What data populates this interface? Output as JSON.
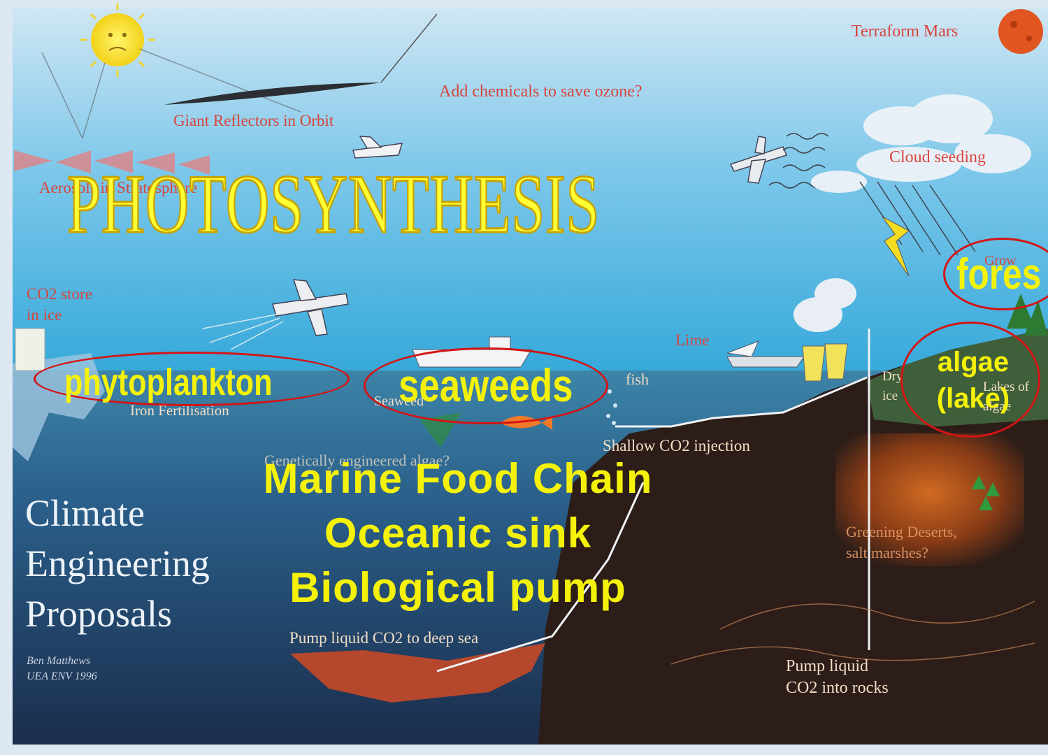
{
  "colors": {
    "sky_top": "#c9e3f2",
    "sky_bottom": "#33a8d8",
    "ocean_surface": "#2f6f93",
    "ocean_deep": "#1c3050",
    "land": "#2c1d18",
    "underground_glow": "#c0601c",
    "highlight_yellow": "#f4f20a",
    "outline_red": "#d41414",
    "diagram_red_text": "#d8443c"
  },
  "headline": "PHOTOSYNTHESIS",
  "credit": {
    "line1": "Ben Matthews",
    "line2": "UEA ENV 1996"
  },
  "diagram_title": {
    "line1": "Climate",
    "line2": "Engineering",
    "line3": "Proposals"
  },
  "labels": {
    "terraform_mars": "Terraform Mars",
    "add_chemicals": "Add chemicals to save ozone?",
    "giant_reflectors": "Giant Reflectors in Orbit",
    "aerosols": "Aerosols in Stratosphere",
    "cloud_seeding": "Cloud seeding",
    "grow": "Grow",
    "co2_store_line1": "CO2 store",
    "co2_store_line2": "in ice",
    "lime": "Lime",
    "fish": "fish",
    "seaweed": "Seaweed",
    "iron_fertilisation": "Iron Fertilisation",
    "dry_ice_line1": "Dry",
    "dry_ice_line2": "ice",
    "lakes_of_algae_line1": "Lakes of",
    "lakes_of_algae_line2": "algae",
    "shallow_injection": "Shallow CO2 injection",
    "genetically_engineered": "Genetically engineered algae?",
    "greening_deserts_line1": "Greening Deserts,",
    "greening_deserts_line2": "salt marshes?",
    "pump_deep_sea": "Pump liquid CO2 to deep sea",
    "pump_rocks_line1": "Pump liquid",
    "pump_rocks_line2": "CO2 into rocks"
  },
  "highlights": {
    "forest": "fores",
    "algae_line1": "algae",
    "algae_line2": "(lake)",
    "phytoplankton": "phytoplankton",
    "seaweeds": "seaweeds"
  },
  "ocean_text": {
    "line1": "Marine Food Chain",
    "line2": "Oceanic sink",
    "line3": "Biological pump"
  },
  "icons": [
    "sun-icon",
    "mars-icon",
    "reflector-icon",
    "plane-icon",
    "cloud-icon",
    "lightning-icon",
    "ship-icon",
    "fish-icon",
    "power-plant-icon",
    "pipe-icon",
    "tree-icon",
    "plant-icon"
  ]
}
